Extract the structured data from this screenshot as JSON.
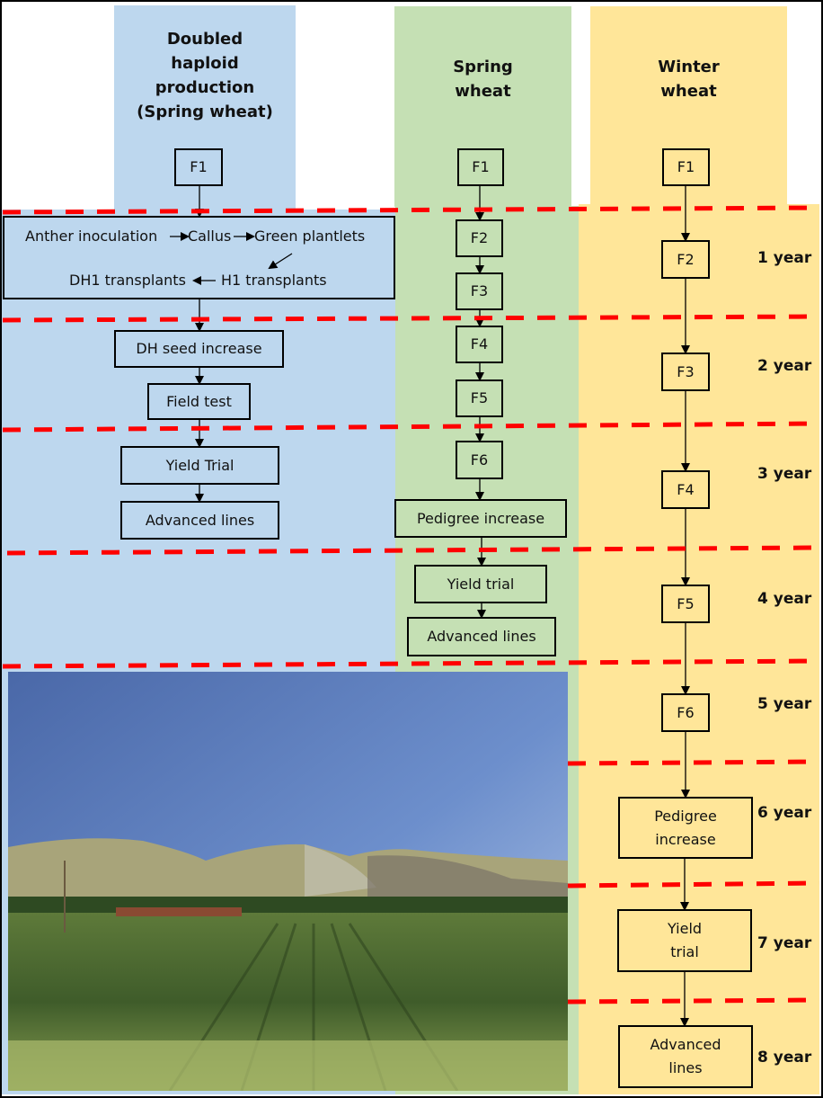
{
  "columns": {
    "dh": {
      "title": "Doubled\nhaploid\nproduction\n(Spring wheat)",
      "color": "#bdd7ee"
    },
    "spring": {
      "title": "Spring\nwheat",
      "color": "#c5e0b4"
    },
    "winter": {
      "title": "Winter\nwheat",
      "color": "#ffe699"
    }
  },
  "dh_flow": {
    "f1": "F1",
    "anther": "Anther inoculation",
    "callus": "Callus",
    "green": "Green plantlets",
    "dh1": "DH1 transplants",
    "h1": "H1 transplants",
    "seed_increase": "DH seed increase",
    "field_test": "Field test",
    "yield_trial": "Yield Trial",
    "advanced": "Advanced lines"
  },
  "spring_flow": [
    "F1",
    "F2",
    "F3",
    "F4",
    "F5",
    "F6",
    "Pedigree increase",
    "Yield trial",
    "Advanced lines"
  ],
  "winter_flow": [
    "F1",
    "F2",
    "F3",
    "F4",
    "F5",
    "F6",
    "Pedigree\nincrease",
    "Yield\ntrial",
    "Advanced\nlines"
  ],
  "years": [
    "1 year",
    "2 year",
    "3 year",
    "4 year",
    "5 year",
    "6 year",
    "7 year",
    "8 year"
  ],
  "separator_color": "#ff0000",
  "photo": {
    "description": "Wheat breeding field plots with hills and blue sky"
  }
}
